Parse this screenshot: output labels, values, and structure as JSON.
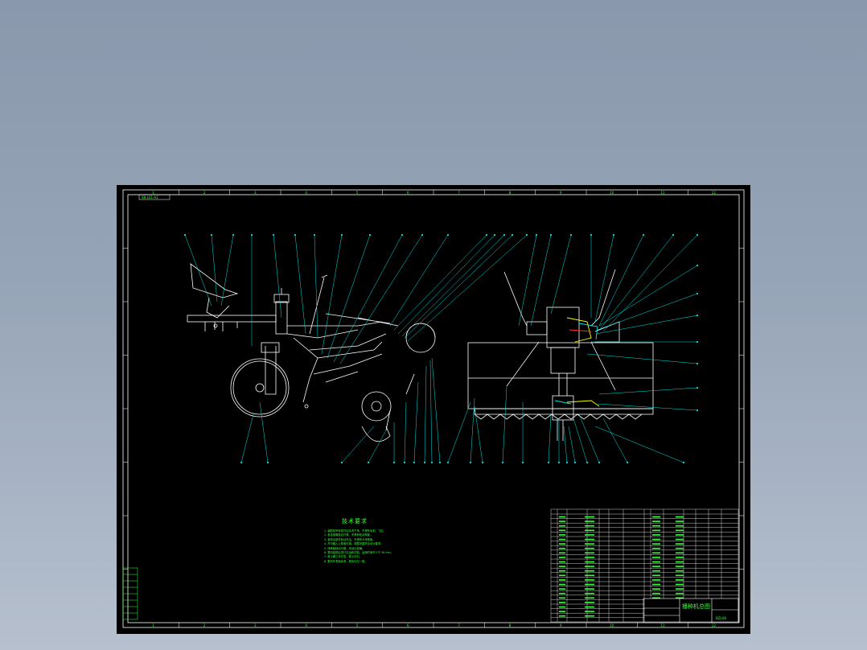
{
  "viewport": {
    "background": "#95a2b5"
  },
  "drawing": {
    "frame_color": "#ffffff",
    "line_color": "#ffffff",
    "leader_color": "#00e5e5",
    "text_color": "#39ff3a",
    "background": "#000000"
  },
  "top_left_tag": "SB-L01-A1",
  "column_labels": [
    "1",
    "2",
    "3",
    "4",
    "5",
    "6",
    "7",
    "8",
    "9",
    "10",
    "11",
    "12"
  ],
  "tech_requirements": {
    "title": "技术要求",
    "lines": [
      "1. 装配前所有零件应清洗干净，不得有毛刺、飞边。",
      "2. 各连接螺栓应拧紧，不得有松动现象。",
      "3. 各转动部件转动灵活，不得有卡滞现象。",
      "4. 开沟器入土角度可调，调整范围符合设计要求。",
      "5. 排种轴转动平稳，传动比准确。",
      "6. 整机装配后进行空运转试验，运转时间不少于 30 min。",
      "7. 覆土器工作可靠，覆土均匀。",
      "8. 整机外表面涂漆，颜色均匀一致。"
    ]
  },
  "title_block": {
    "title": "播种机总图",
    "drawing_no": "BZJ-00"
  }
}
